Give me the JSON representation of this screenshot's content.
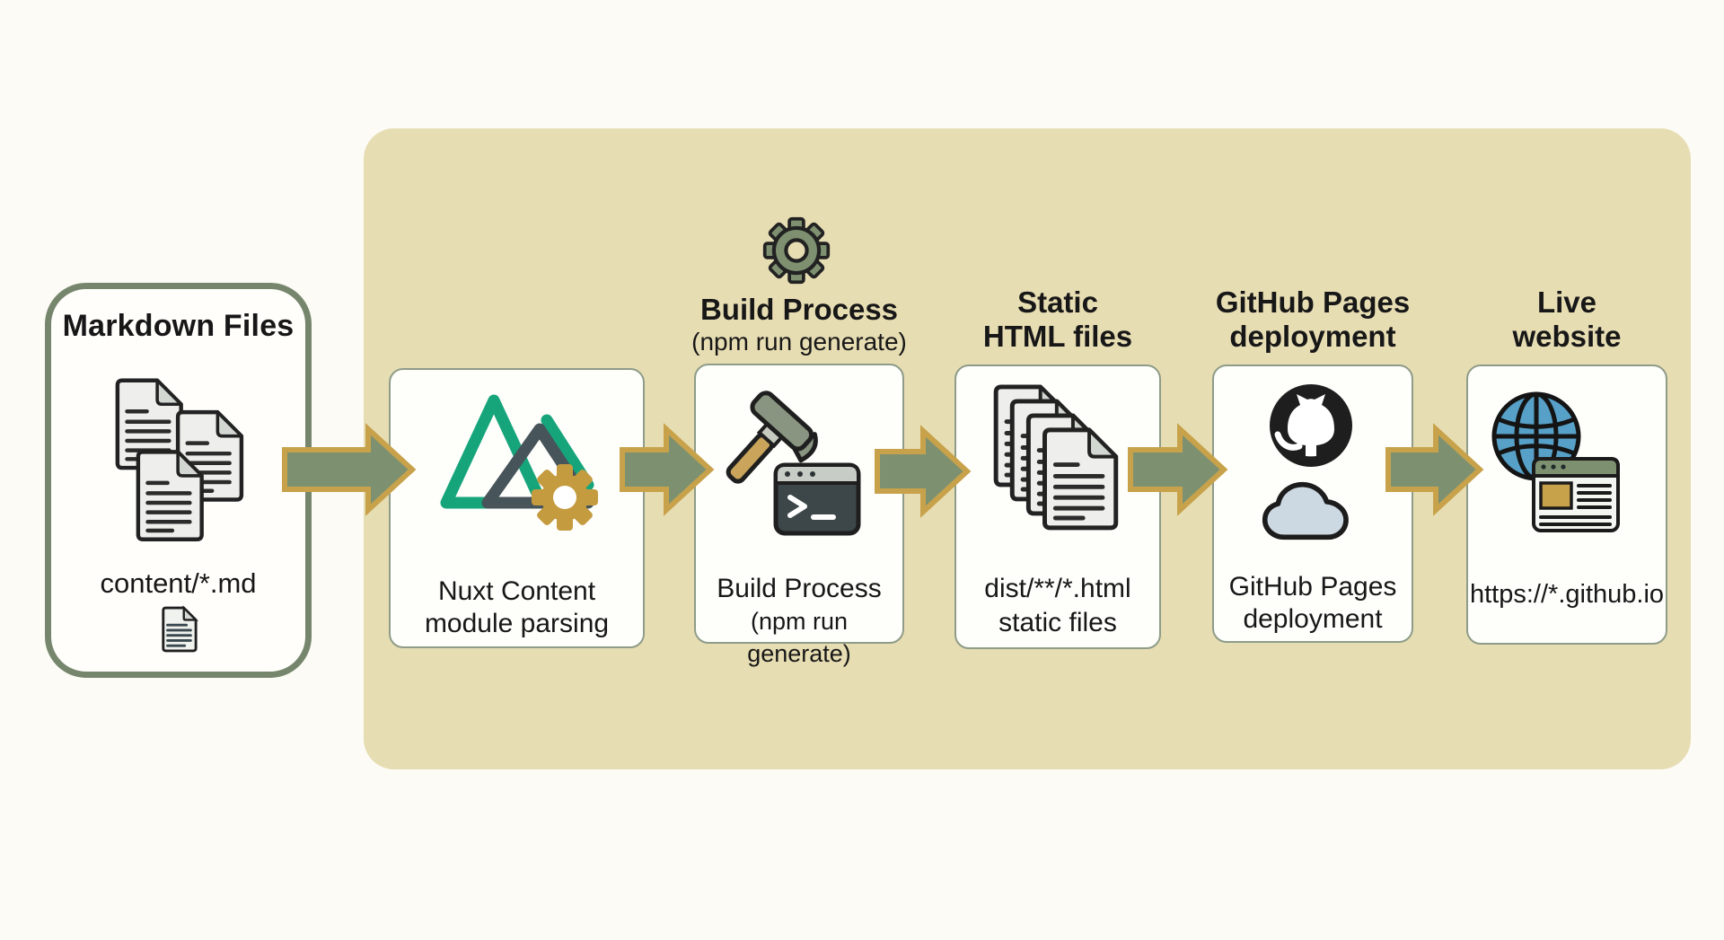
{
  "diagram": {
    "source": {
      "title": "Markdown Files",
      "path_label": "content/*.md"
    },
    "steps": {
      "nuxt": {
        "label_line1": "Nuxt Content",
        "label_line2": "module parsing"
      },
      "build": {
        "header_line1": "Build Process",
        "header_line2": "(npm run generate)",
        "label_line1": "Build Process",
        "label_line2": "(npm run generate)"
      },
      "static": {
        "header_line1": "Static",
        "header_line2": "HTML files",
        "label_line1": "dist/**/*.html",
        "label_line2": "static files"
      },
      "github": {
        "header_line1": "GitHub Pages",
        "header_line2": "deployment",
        "label_line1": "GitHub Pages",
        "label_line2": "deployment"
      },
      "live": {
        "header_line1": "Live",
        "header_line2": "website",
        "label_line1": "https://*.github.io"
      }
    },
    "icons": [
      "markdown-files-icon",
      "document-icon",
      "nuxt-logo-icon",
      "gear-gold-icon",
      "build-gear-icon",
      "hammer-icon",
      "terminal-icon",
      "stacked-html-files-icon",
      "github-octocat-icon",
      "cloud-icon",
      "globe-icon",
      "browser-window-icon",
      "flow-arrow-icon"
    ],
    "colors": {
      "background": "#fcfbf5",
      "panel": "#e7ddb3",
      "arrow_fill": "#7d9171",
      "arrow_border": "#c8a24a",
      "source_border": "#76866c",
      "box_border": "#8e9c88",
      "text": "#171717",
      "nuxt_green": "#16a57b",
      "nuxt_slate": "#47545a",
      "gear_gold": "#c49b3f",
      "globe_blue": "#57a0c7",
      "cloud_fill": "#ccd9e2",
      "terminal_fill": "#3d4749"
    }
  }
}
